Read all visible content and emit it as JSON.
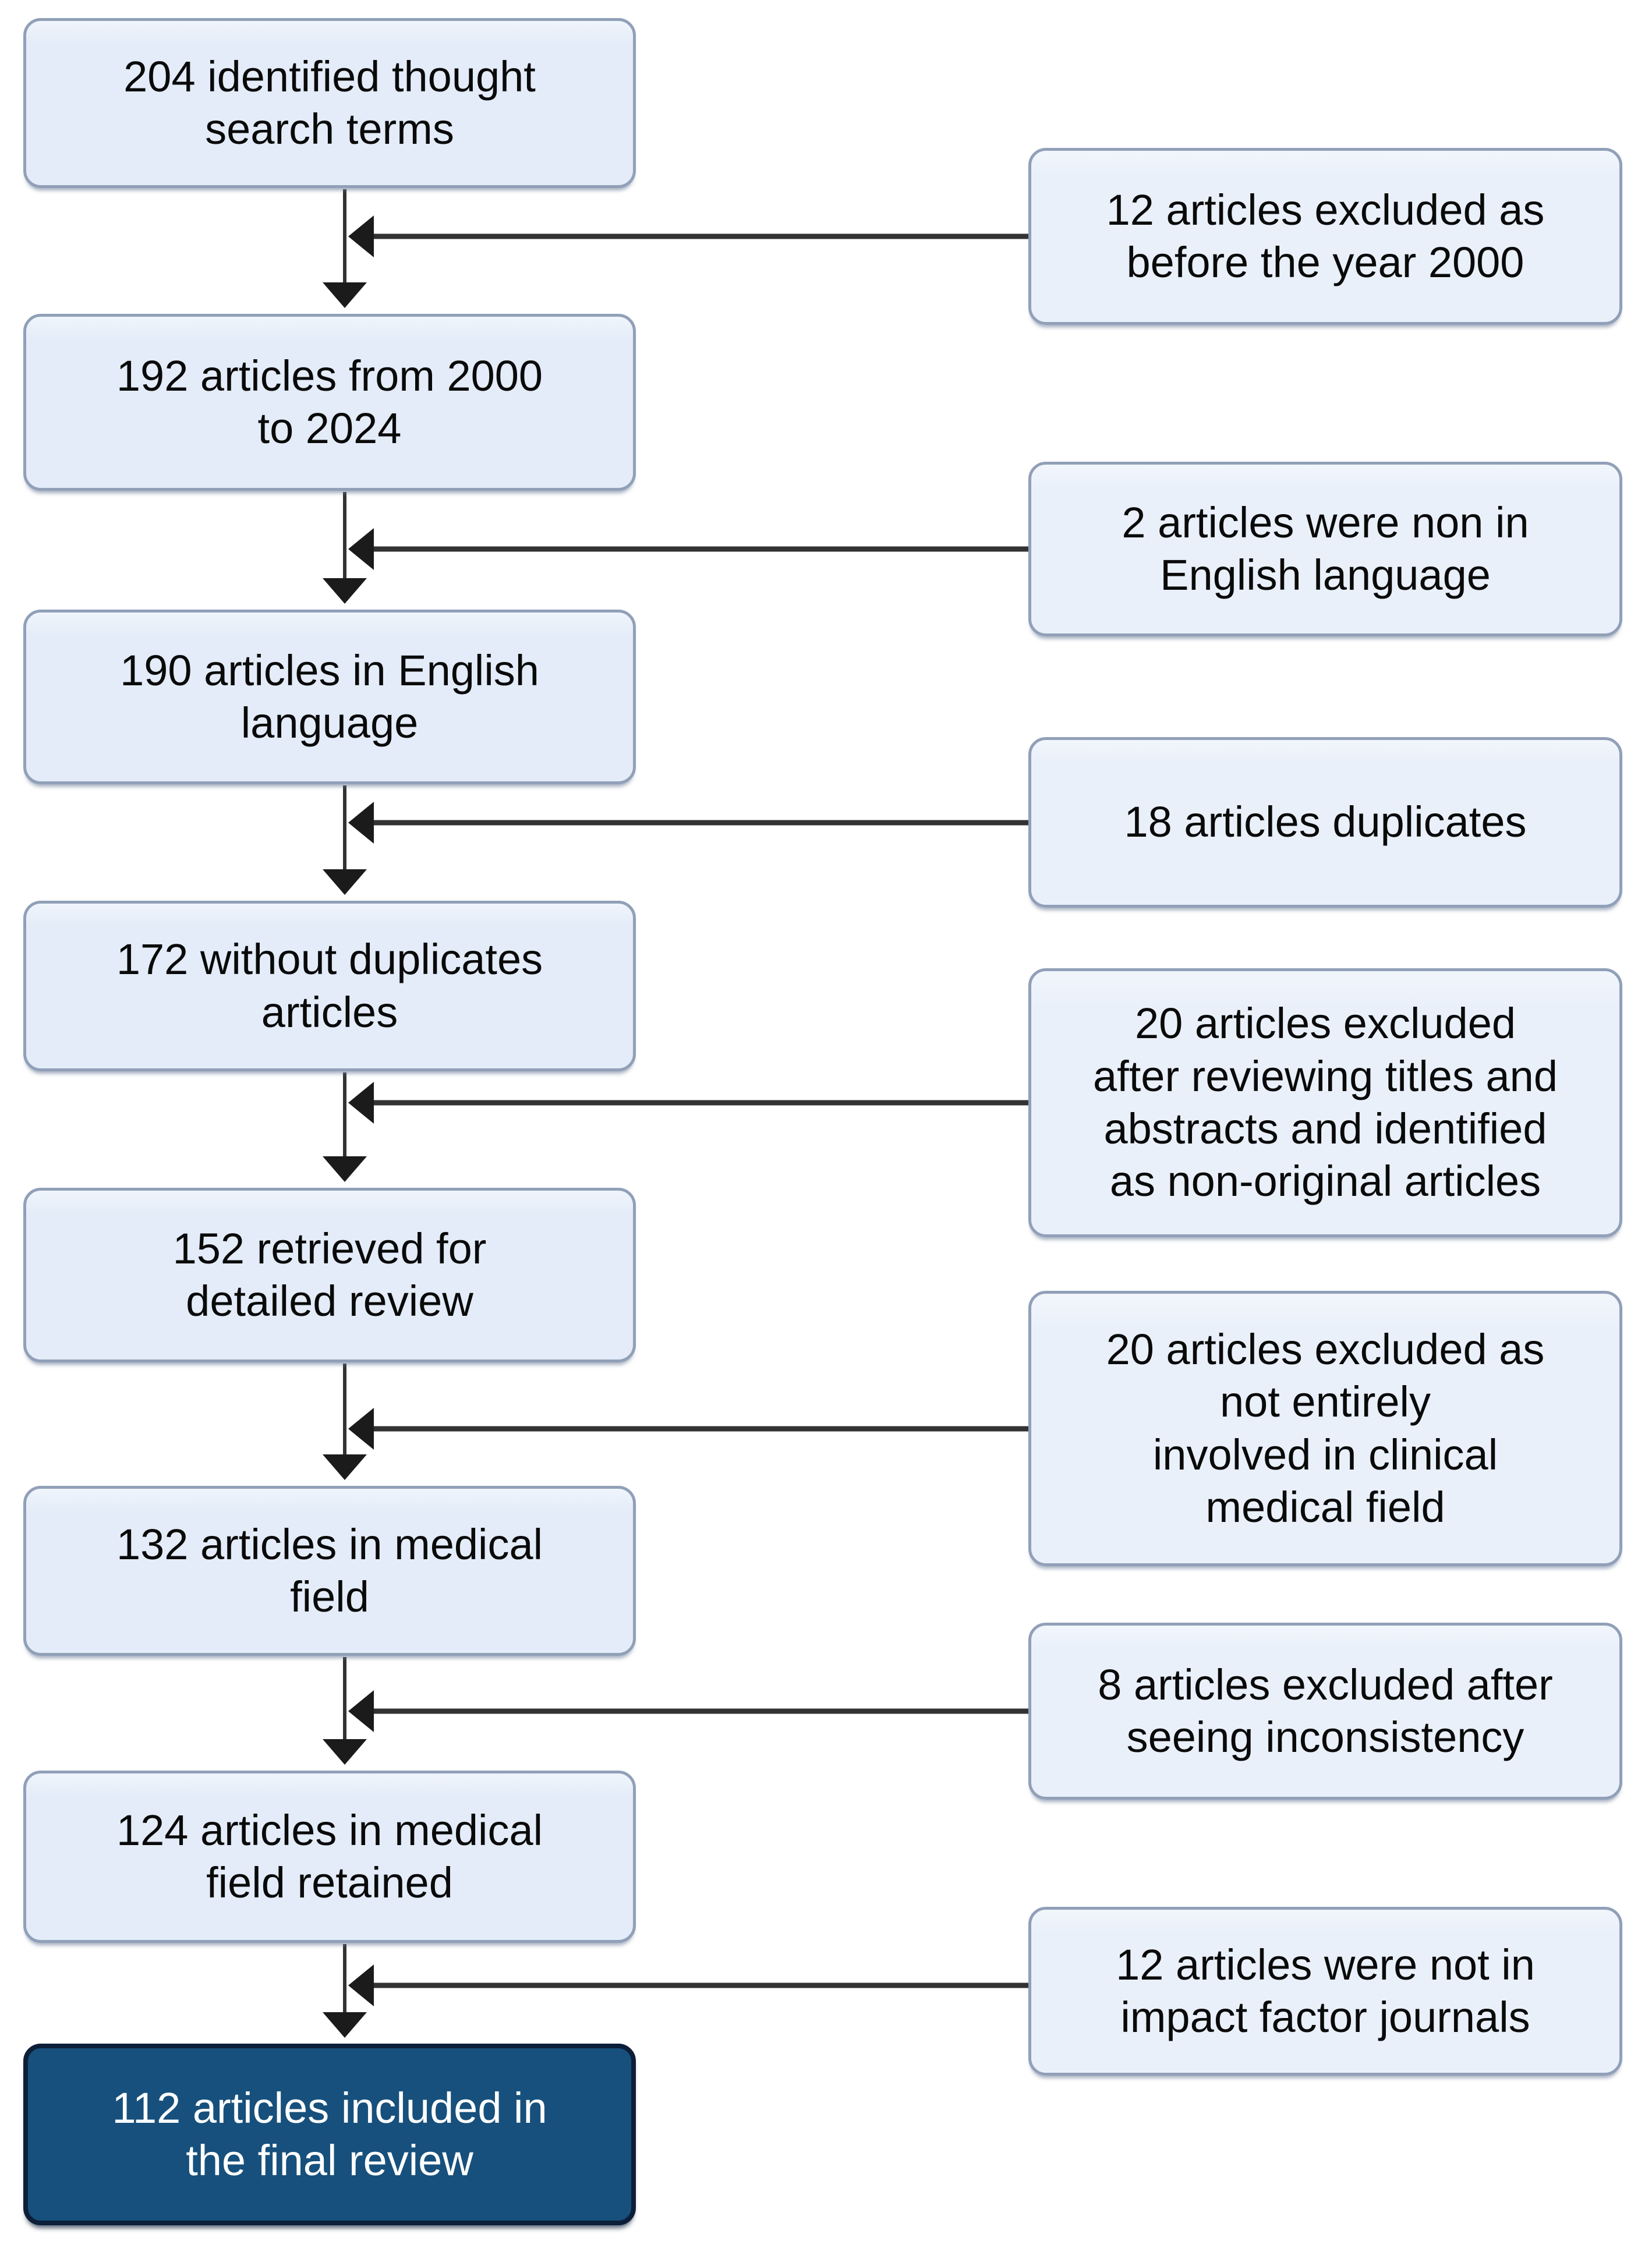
{
  "flow": {
    "main_steps": [
      {
        "id": "identified",
        "label": "204 identified thought\nsearch terms"
      },
      {
        "id": "year-filtered",
        "label": "192 articles from 2000\nto 2024"
      },
      {
        "id": "english",
        "label": "190 articles in English\nlanguage"
      },
      {
        "id": "deduplicated",
        "label": "172 without duplicates\narticles"
      },
      {
        "id": "retrieved",
        "label": "152 retrieved for\ndetailed review"
      },
      {
        "id": "medical-field",
        "label": "132 articles in medical\nfield"
      },
      {
        "id": "retained",
        "label": "124 articles in medical\nfield retained"
      },
      {
        "id": "final-included",
        "label": "112 articles included in\nthe final review"
      }
    ],
    "exclusions": [
      {
        "id": "before-2000",
        "label": "12 articles excluded as\nbefore the year 2000"
      },
      {
        "id": "non-english",
        "label": "2 articles were non in\nEnglish language"
      },
      {
        "id": "duplicates",
        "label": "18 articles duplicates"
      },
      {
        "id": "non-original",
        "label": "20 articles excluded\nafter reviewing titles and\nabstracts and identified\nas non-original articles"
      },
      {
        "id": "non-clinical",
        "label": "20 articles excluded as\nnot entirely\ninvolved in clinical\nmedical field"
      },
      {
        "id": "inconsistency",
        "label": "8 articles excluded after\nseeing inconsistency"
      },
      {
        "id": "no-impact-factor",
        "label": "12 articles were not in\nimpact factor journals"
      }
    ]
  },
  "colors": {
    "left_fill": "#e3ecf8",
    "right_fill": "#e9f0fa",
    "box_border": "#91a0b8",
    "final_fill": "#17507c",
    "final_border": "#0d1e38",
    "final_text": "#ffffff",
    "text_color": "#0a0a0a",
    "arrow_line": "#333333",
    "arrow_head": "#1b1b1b"
  }
}
